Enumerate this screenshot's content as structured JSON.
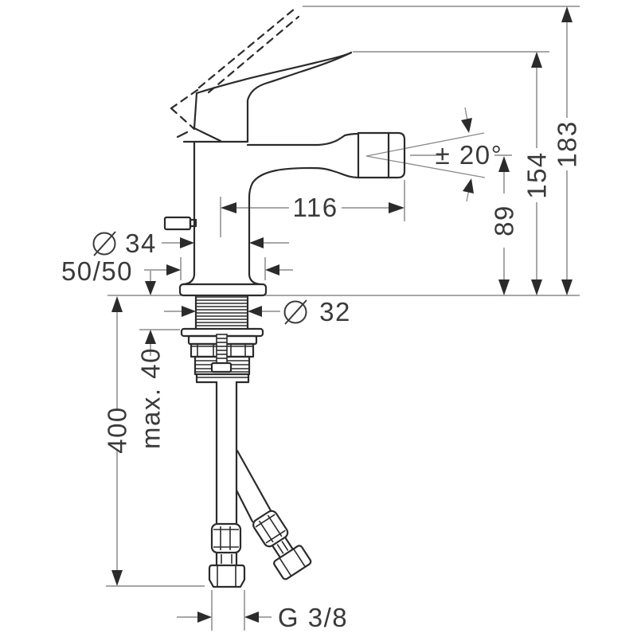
{
  "diagram": {
    "type": "technical-installation-drawing",
    "subject": "single-lever bidet mixer with flexible supply hoses",
    "dimensions": {
      "overall_height": "183",
      "lever_height": "154",
      "spout_height": "89",
      "spout_reach": "116",
      "swivel_angle": "± 20°",
      "body_diameter": "34",
      "base_plate": "50/50",
      "shank_diameter": "32",
      "max_mounting": "max. 40",
      "hose_length": "400",
      "connection": "G 3/8",
      "diameter_symbol": "⌀"
    },
    "colors": {
      "ink": "#2b2b2b",
      "dimension_lines": "#8a8a8a",
      "text": "#3a3a3a",
      "background": "#ffffff"
    }
  }
}
